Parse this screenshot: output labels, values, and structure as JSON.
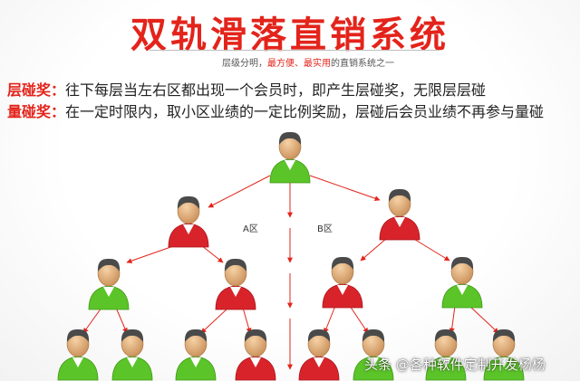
{
  "title": "双轨滑落直销系统",
  "subtitle": {
    "part1": "层级分明，",
    "part2": "最方便、最实用",
    "part3": "的直销系统之一"
  },
  "rules": [
    {
      "label": "层碰奖：",
      "text": "往下每层当左右区都出现一个会员时，即产生层碰奖，无限层层碰"
    },
    {
      "label": "量碰奖：",
      "text": "在一定时限内，取小区业绩的一定比例奖励，层碰后会员业绩不再参与量碰"
    }
  ],
  "zones": {
    "left": "A区",
    "right": "B区"
  },
  "colors": {
    "accent": "#e3241b",
    "green": "#5bc428",
    "red": "#d9232a"
  },
  "tree": {
    "root": "green",
    "level1": [
      "red",
      "red"
    ],
    "level2": [
      "green",
      "red",
      "red",
      "green"
    ],
    "level3": [
      "green",
      "green",
      "green",
      "red",
      "red",
      "green",
      "green",
      "green"
    ]
  },
  "watermark": "头条 @各种软件定制开发杨杨"
}
